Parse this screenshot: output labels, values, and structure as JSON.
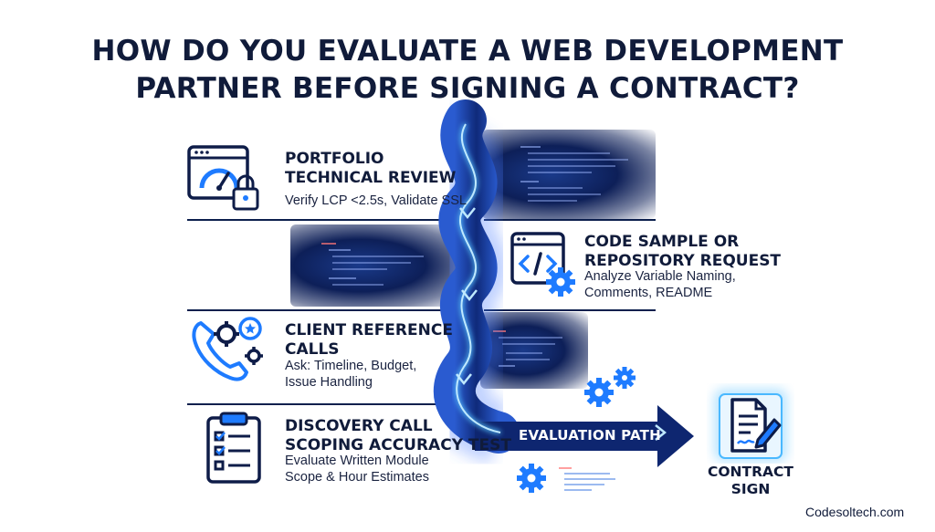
{
  "title": {
    "line1": "HOW DO YOU EVALUATE A WEB DEVELOPMENT",
    "line2": "PARTNER BEFORE SIGNING A CONTRACT?"
  },
  "steps": [
    {
      "heading_lines": [
        "PORTFOLIO",
        "TECHNICAL REVIEW"
      ],
      "desc_lines": [
        "Verify LCP <2.5s, Validate SSL"
      ],
      "icon": "speedometer-lock-icon"
    },
    {
      "heading_lines": [
        "CODE SAMPLE OR",
        "REPOSITORY REQUEST"
      ],
      "desc_lines": [
        "Analyze Variable Naming,",
        "Comments, README"
      ],
      "icon": "code-window-gear-icon"
    },
    {
      "heading_lines": [
        "CLIENT REFERENCE",
        "CALLS"
      ],
      "desc_lines": [
        "Ask: Timeline, Budget,",
        "Issue Handling"
      ],
      "icon": "phone-gears-icon"
    },
    {
      "heading_lines": [
        "DISCOVERY CALL",
        "SCOPING ACCURACY TEST"
      ],
      "desc_lines": [
        "Evaluate Written Module",
        "Scope & Hour Estimates"
      ],
      "icon": "clipboard-checklist-icon"
    }
  ],
  "path_label": "EVALUATION PATH",
  "end": {
    "lines": [
      "CONTRACT",
      "SIGN"
    ],
    "icon": "contract-pen-icon"
  },
  "footer": "Codesoltech.com",
  "colors": {
    "navy": "#101b3a",
    "accent": "#2b8fff",
    "panel": "#0d1f58",
    "glow": "#4ab3ff"
  }
}
